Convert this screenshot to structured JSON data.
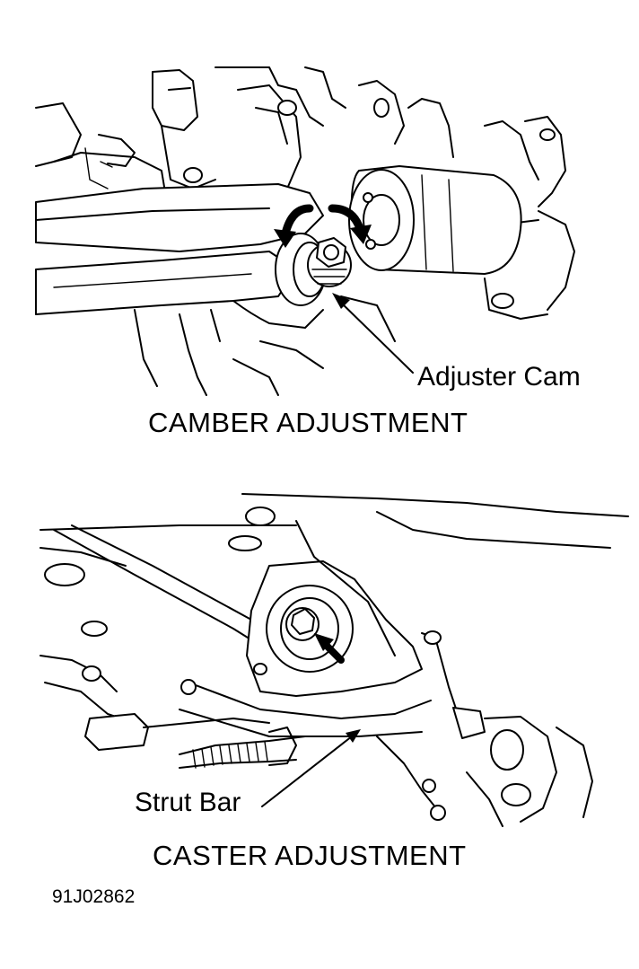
{
  "camber": {
    "callout": "Adjuster Cam",
    "caption": "CAMBER ADJUSTMENT"
  },
  "caster": {
    "callout": "Strut Bar",
    "caption": "CASTER ADJUSTMENT"
  },
  "figure_id": "91J02862"
}
